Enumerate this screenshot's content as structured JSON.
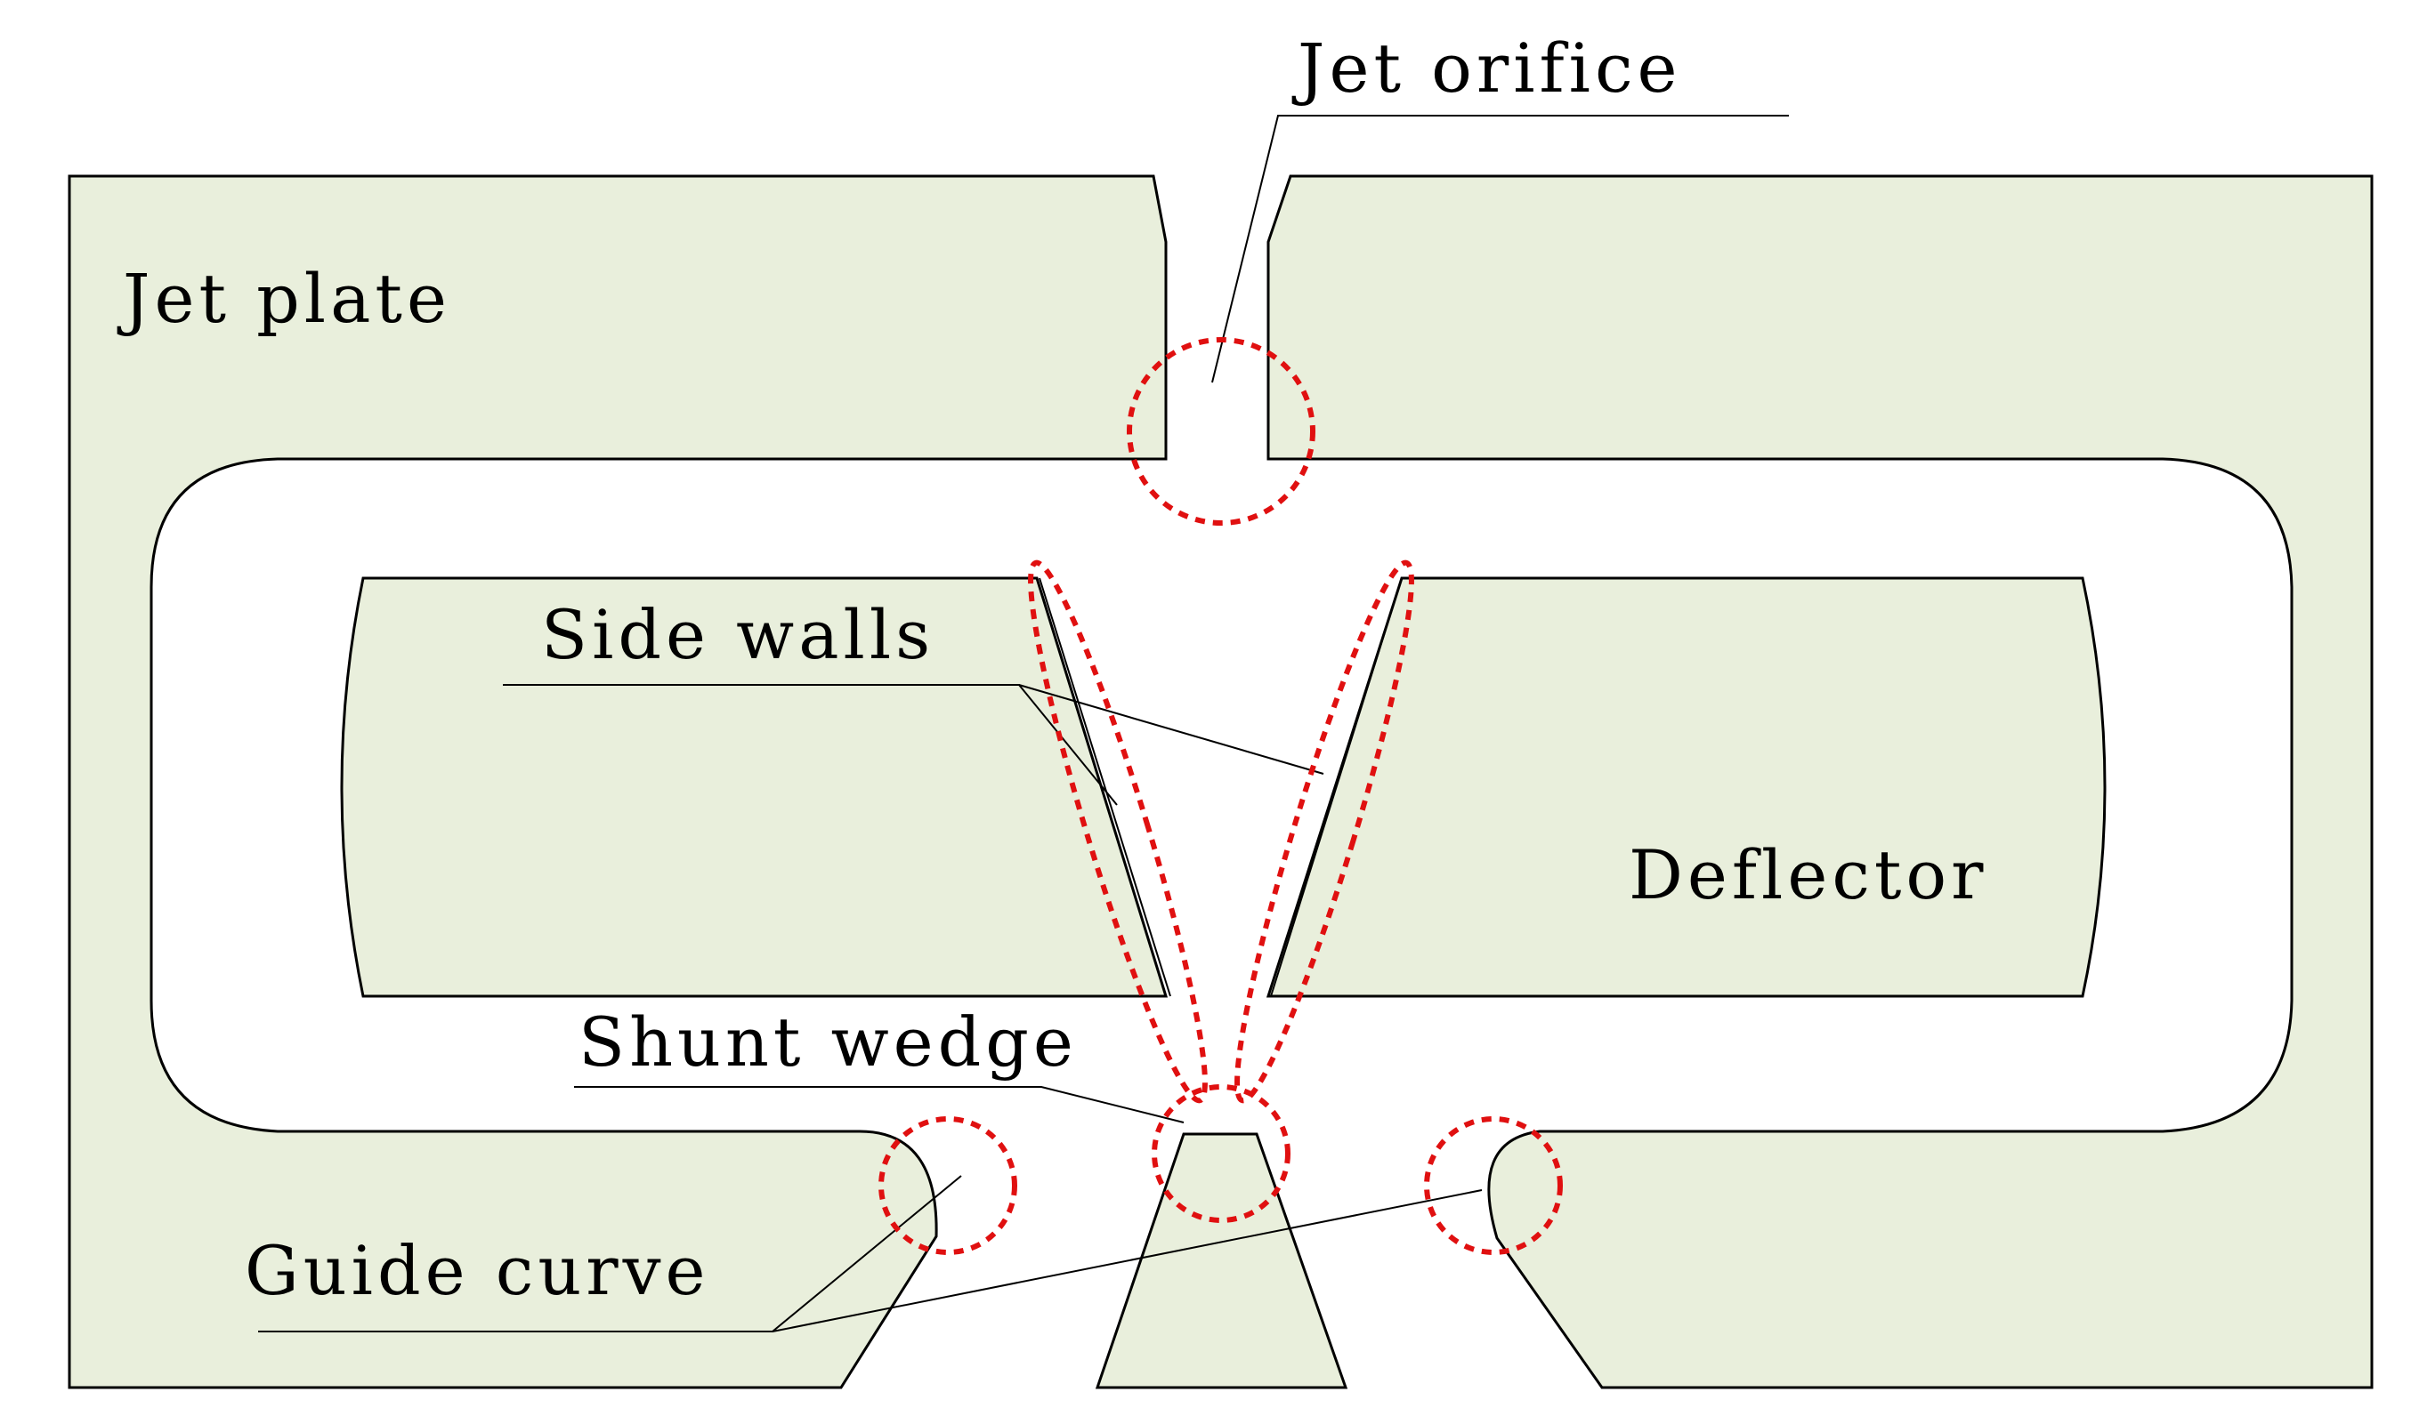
{
  "labels": {
    "jet_orifice": "Jet orifice",
    "jet_plate": "Jet plate",
    "side_walls": "Side walls",
    "deflector": "Deflector",
    "shunt_wedge": "Shunt wedge",
    "guide_curve": "Guide curve"
  },
  "colors": {
    "part_fill": "#e9efdc",
    "outline": "#000000",
    "highlight": "#e01010",
    "background": "#ffffff"
  }
}
